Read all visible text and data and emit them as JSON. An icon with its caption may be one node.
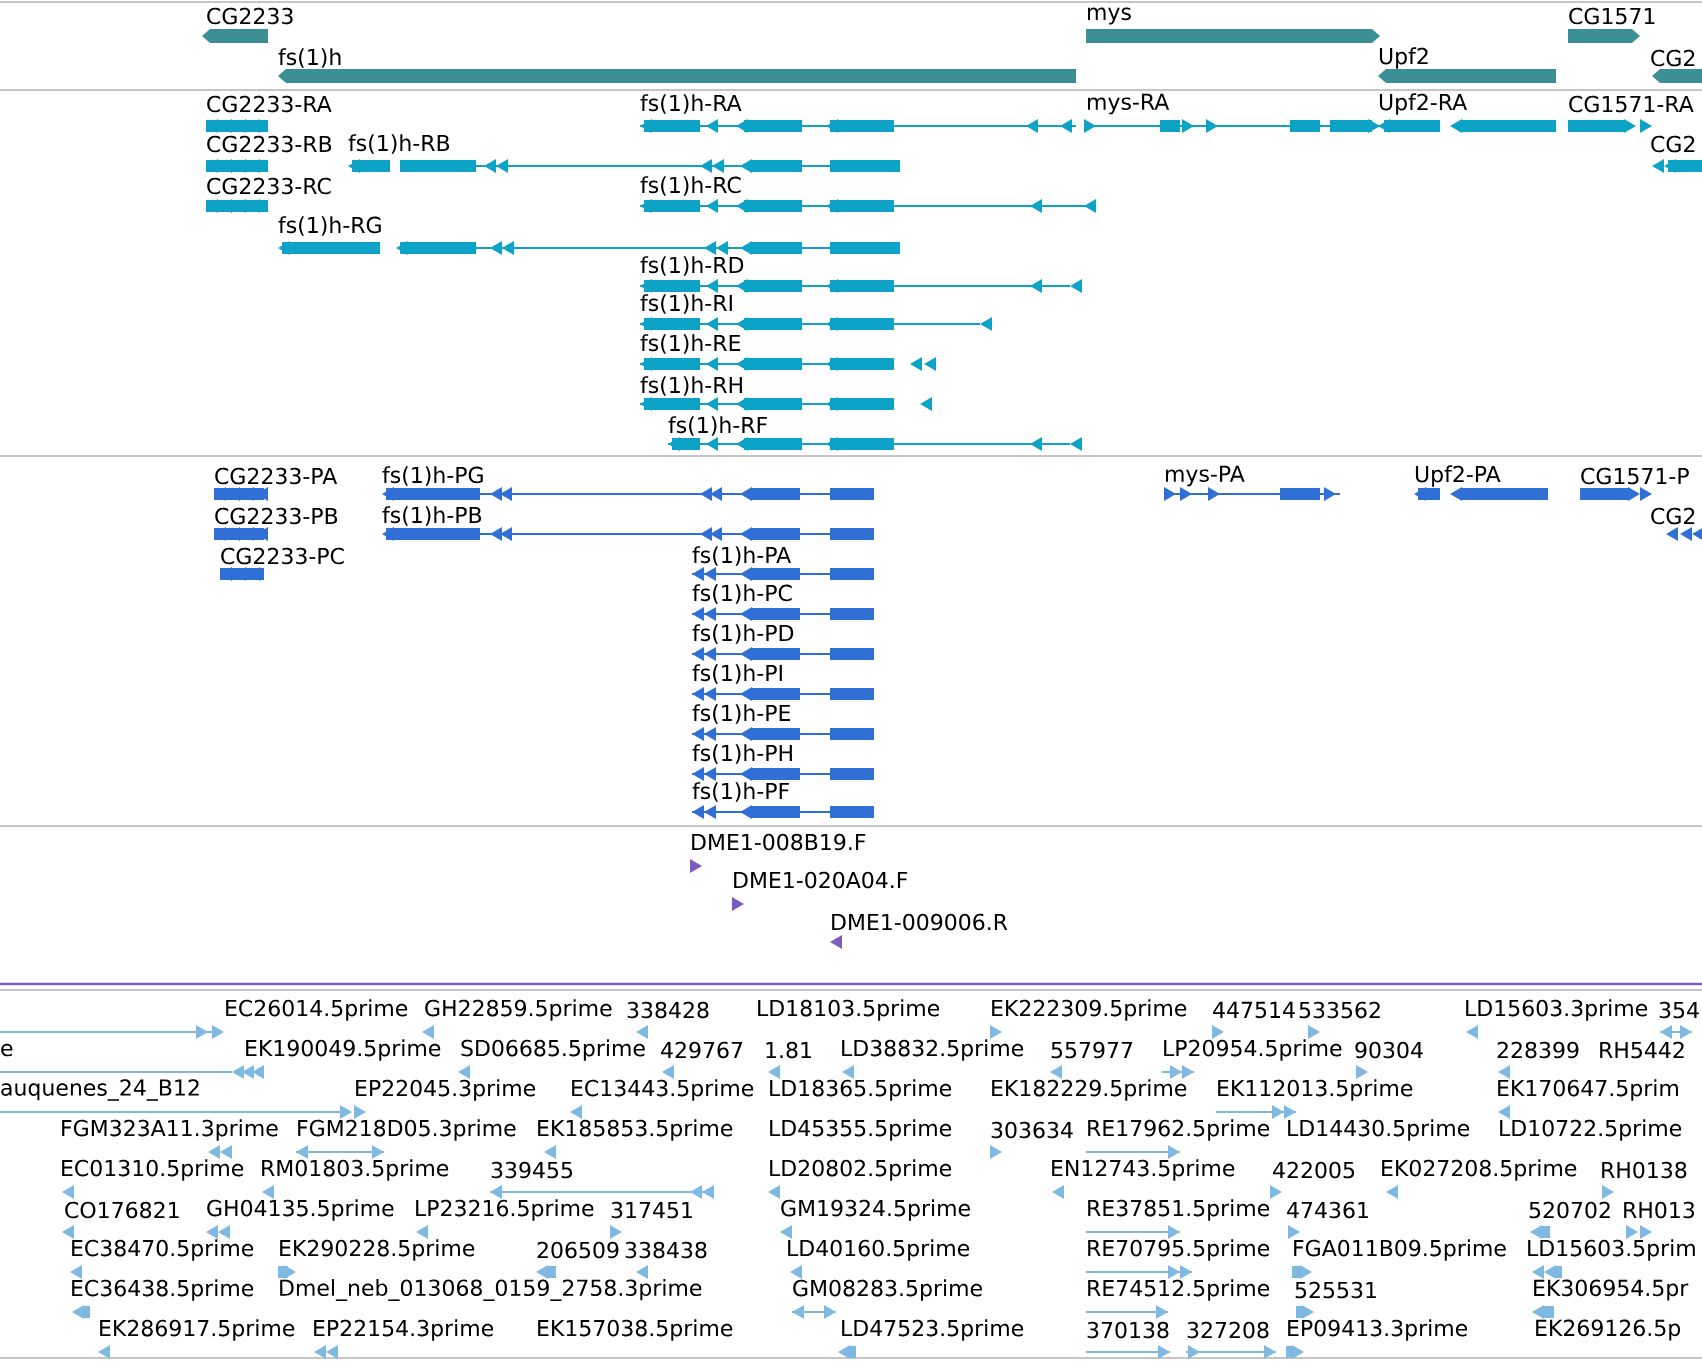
{
  "diagram": {
    "labels": [
      "CG2233",
      "mys",
      "CG1571",
      "fs(1)h",
      "Upf2",
      "CG2",
      "CG2233-RA",
      "fs(1)h-RA",
      "mys-RA",
      "Upf2-RA",
      "CG1571-RA",
      "CG2233-RB",
      "fs(1)h-RB",
      "CG2",
      "CG2233-RC",
      "fs(1)h-RC",
      "fs(1)h-RG",
      "fs(1)h-RD",
      "fs(1)h-RI",
      "fs(1)h-RE",
      "fs(1)h-RH",
      "fs(1)h-RF",
      "CG2233-PA",
      "fs(1)h-PG",
      "mys-PA",
      "Upf2-PA",
      "CG1571-P",
      "CG2233-PB",
      "fs(1)h-PB",
      "CG2",
      "CG2233-PC",
      "fs(1)h-PA",
      "fs(1)h-PC",
      "fs(1)h-PD",
      "fs(1)h-PI",
      "fs(1)h-PE",
      "fs(1)h-PH",
      "fs(1)h-PF",
      "DME1-008B19.F",
      "DME1-020A04.F",
      "DME1-009006.R",
      "EC26014.5prime",
      "GH22859.5prime",
      "338428",
      "LD18103.5prime",
      "EK222309.5prime",
      "447514",
      "533562",
      "LD15603.3prime",
      "354",
      "e",
      "EK190049.5prime",
      "SD06685.5prime",
      "429767",
      "1.81",
      "LD38832.5prime",
      "557977",
      "LP20954.5prime",
      "90304",
      "228399",
      "RH5442",
      "auquenes_24_B12",
      "EP22045.3prime",
      "EC13443.5prime",
      "LD18365.5prime",
      "EK182229.5prime",
      "EK112013.5prime",
      "EK170647.5prim",
      "FGM323A11.3prime",
      "FGM218D05.3prime",
      "EK185853.5prime",
      "LD45355.5prime",
      "303634",
      "RE17962.5prime",
      "LD14430.5prime",
      "LD10722.5prime",
      "EC01310.5prime",
      "RM01803.5prime",
      "339455",
      "LD20802.5prime",
      "EN12743.5prime",
      "422005",
      "EK027208.5prime",
      "RH0138",
      "CO176821",
      "GH04135.5prime",
      "LP23216.5prime",
      "317451",
      "GM19324.5prime",
      "RE37851.5prime",
      "474361",
      "520702",
      "RH013",
      "EC38470.5prime",
      "EK290228.5prime",
      "206509",
      "338438",
      "LD40160.5prime",
      "RE70795.5prime",
      "FGA011B09.5prime",
      "LD15603.5prim",
      "EC36438.5prime",
      "Dmel_neb_013068_0159_2758.3prime",
      "GM08283.5prime",
      "RE74512.5prime",
      "525531",
      "EK306954.5pr",
      "EK286917.5prime",
      "EP22154.3prime",
      "EK157038.5prime",
      "LD47523.5prime",
      "370138",
      "327208",
      "EP09413.3prime",
      "EK269126.5p"
    ]
  }
}
